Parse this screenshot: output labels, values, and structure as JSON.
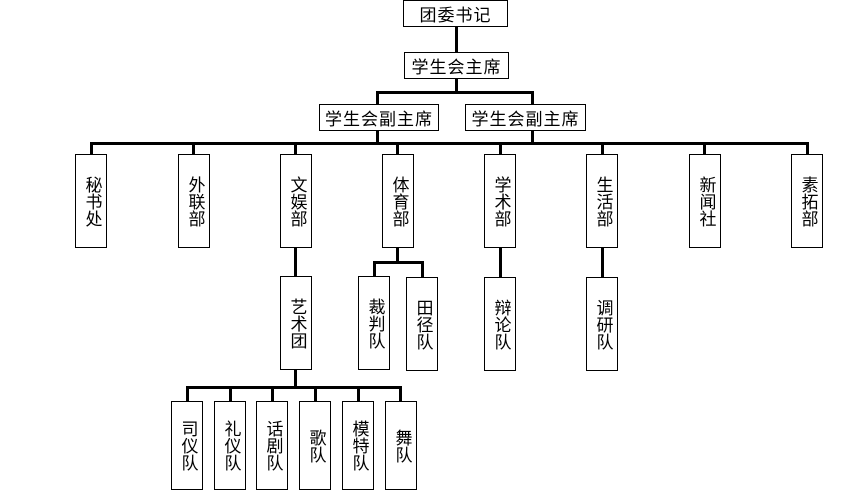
{
  "diagram": {
    "type": "org-chart",
    "root": "团委书记",
    "president": "学生会主席",
    "vice_presidents": [
      "学生会副主席",
      "学生会副主席"
    ],
    "departments": [
      "秘书处",
      "外联部",
      "文娱部",
      "体育部",
      "学术部",
      "生活部",
      "新闻社",
      "素拓部"
    ],
    "sub_units": {
      "arts": "艺术团",
      "sports": [
        "裁判队",
        "田径队"
      ],
      "academic": "辩论队",
      "life": "调研队"
    },
    "art_troupe_teams": [
      "司仪队",
      "礼仪队",
      "话剧队",
      "歌队",
      "模特队",
      "舞队"
    ]
  }
}
